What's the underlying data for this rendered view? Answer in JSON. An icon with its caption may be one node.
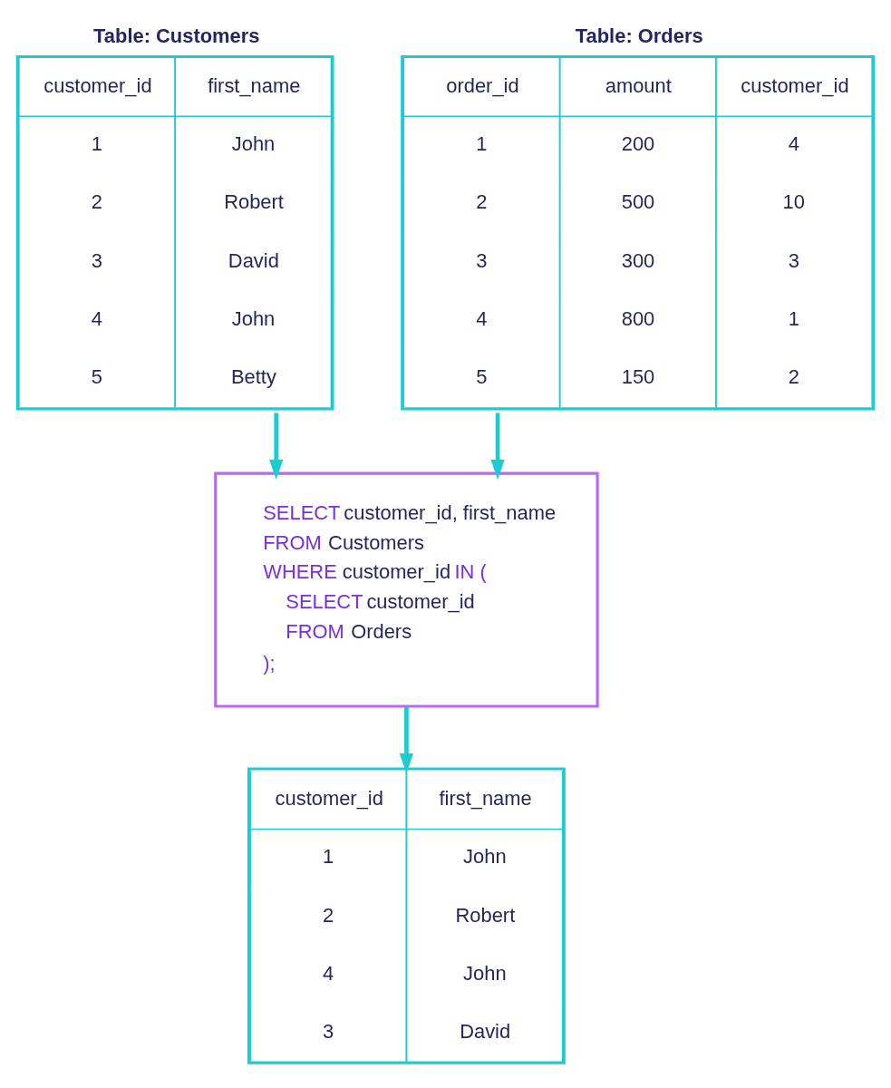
{
  "diagram": {
    "nodes": [
      {
        "text": [
          "Table: Customers",
          "customer_id",
          "first_name",
          "1",
          "John",
          "2",
          "Robert",
          "3",
          "David",
          "4",
          "John",
          "5",
          "Betty"
        ]
      },
      {
        "text": [
          "Table: Orders",
          "order_id",
          "amount",
          "customer_id",
          "1",
          "200",
          "4",
          "2",
          "500",
          "10",
          "3",
          "300",
          "3",
          "4",
          "800",
          "1",
          "5",
          "150",
          "2"
        ]
      },
      {
        "text": [
          "**SELECT** customer_id, first_name",
          "**FROM** Customers",
          "**WHERE** customer_id **IN (**",
          "**SELECT** customer_id",
          "**FROM** Orders",
          "**);**"
        ]
      },
      {
        "text": [
          "customer_id",
          "first_name",
          "1",
          "John",
          "2",
          "Robert",
          "4",
          "John",
          "3",
          "David"
        ]
      }
    ],
    "edges": [
      {
        "from": 0,
        "to": 2,
        "arrow": "to"
      },
      {
        "from": 1,
        "to": 2,
        "arrow": "to"
      },
      {
        "from": 2,
        "to": 3,
        "arrow": "to"
      }
    ]
  }
}
